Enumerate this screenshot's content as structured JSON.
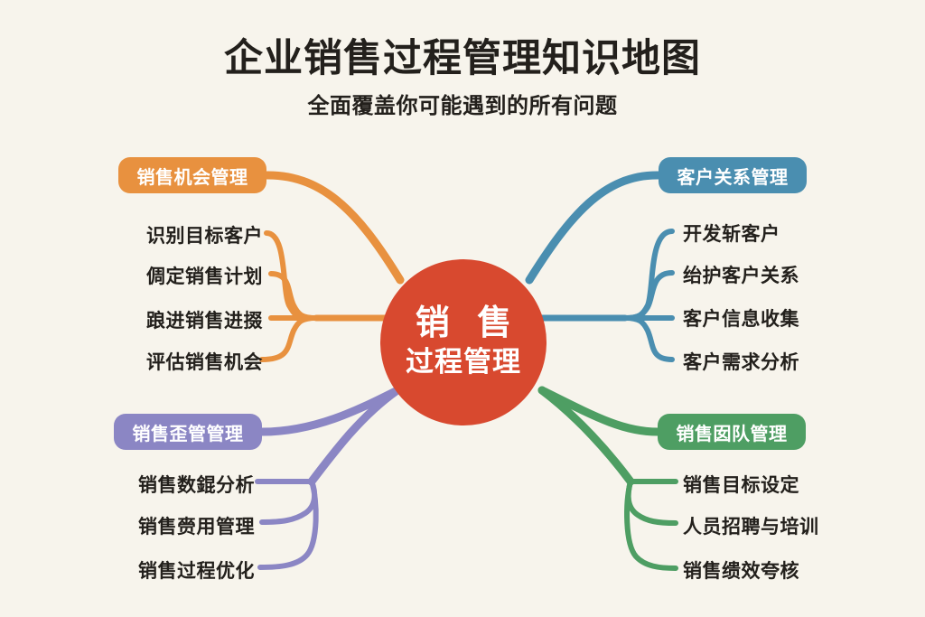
{
  "header": {
    "title": "企业销售过程管理知识地图",
    "subtitle": "全面覆盖你可能遇到的所有问题"
  },
  "center": {
    "line1": "销 售",
    "line2": "过程管理",
    "color": "#d8492f"
  },
  "colors": {
    "background": "#f7f4ec",
    "text": "#23201c",
    "orange": "#e8913f",
    "blue": "#4a8eb0",
    "purple": "#8b86c4",
    "green": "#4e9e63",
    "red": "#d8492f"
  },
  "branches": [
    {
      "id": "sales-opportunity",
      "label": "销售机会管理",
      "color": "#e8913f",
      "side": "left",
      "items": [
        "识别目标客户",
        "倜定销售计划",
        "踉进销售进掇",
        "评估销售机会"
      ]
    },
    {
      "id": "customer-relationship",
      "label": "客户关系管理",
      "color": "#4a8eb0",
      "side": "right",
      "items": [
        "开发斩客户",
        "绐护客户关系",
        "客户信息收集",
        "客户需求分析"
      ]
    },
    {
      "id": "sales-supervision",
      "label": "销售歪管管理",
      "color": "#8b86c4",
      "side": "left",
      "items": [
        "销售数錕分析",
        "销售赍用管理",
        "销售过程优化"
      ]
    },
    {
      "id": "sales-team",
      "label": "销售囡队管理",
      "color": "#4e9e63",
      "side": "right",
      "items": [
        "销售目标设定",
        "人员招聘与培训",
        "销售缋效夸核"
      ]
    }
  ]
}
